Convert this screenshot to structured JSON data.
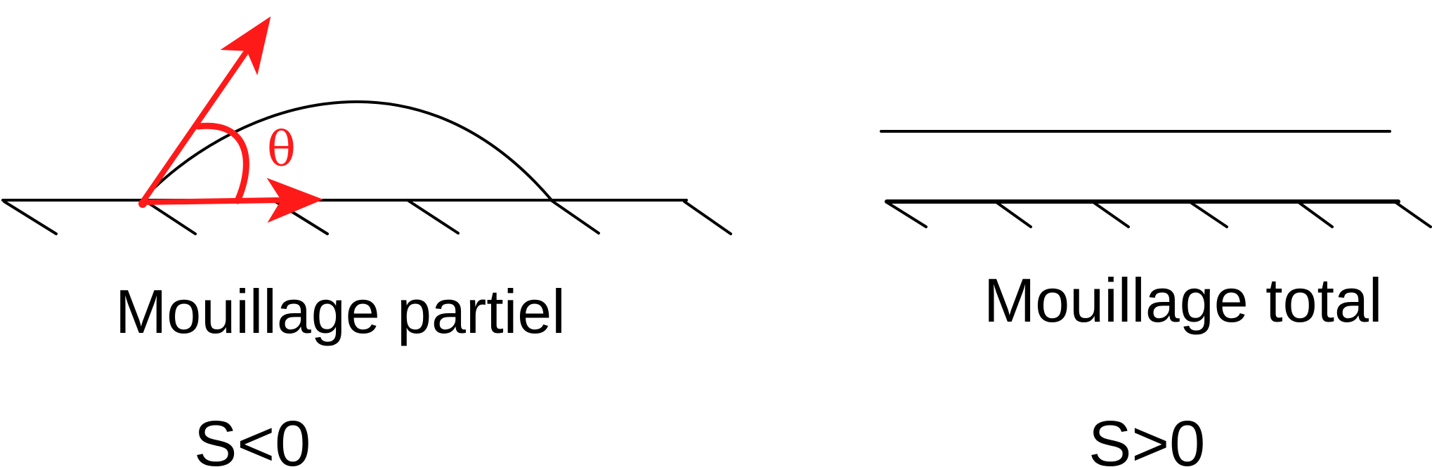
{
  "partial_wetting": {
    "caption": "Mouillage partiel",
    "condition": "S<0",
    "angle_symbol": "θ"
  },
  "total_wetting": {
    "caption": "Mouillage total",
    "condition": "S>0"
  },
  "colors": {
    "line": "#000000",
    "accent": "#ff1a1a",
    "background": "#ffffff"
  }
}
